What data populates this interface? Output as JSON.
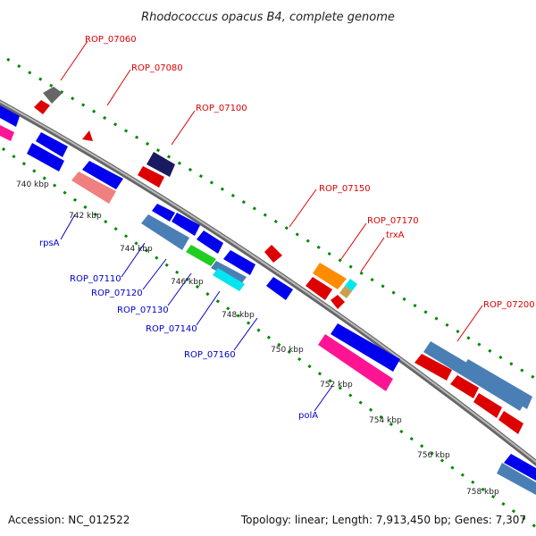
{
  "title": "Rhodococcus opacus B4, complete genome",
  "footer": {
    "accession": "Accession: NC_012522",
    "topology": "Topology: linear; Length: 7,913,450 bp; Genes: 7,307"
  },
  "ticks": [
    "740 kbp",
    "742 kbp",
    "744 kbp",
    "746 kbp",
    "748 kbp",
    "750 kbp",
    "752 kbp",
    "754 kbp",
    "756 kbp",
    "758 kbp"
  ],
  "labels_red": [
    "ROP_07060",
    "ROP_07080",
    "ROP_07100",
    "ROP_07150",
    "ROP_07170",
    "trxA",
    "ROP_07200"
  ],
  "labels_blue": [
    "rpsA",
    "ROP_07110",
    "ROP_07120",
    "ROP_07130",
    "ROP_07140",
    "ROP_07160",
    "polA"
  ],
  "colors": {
    "axis": "#888888",
    "ruler": "#008800",
    "forward": "#dd0000",
    "reverse": "#0000ee",
    "steel": "#4a7fb5",
    "pink": "#ff1493",
    "salmon": "#f08080",
    "orange": "#ff8c00",
    "cyan": "#00e5ee",
    "green": "#22cc22",
    "grey": "#666666",
    "navy": "#1a1a60",
    "tan": "#c8a050"
  }
}
